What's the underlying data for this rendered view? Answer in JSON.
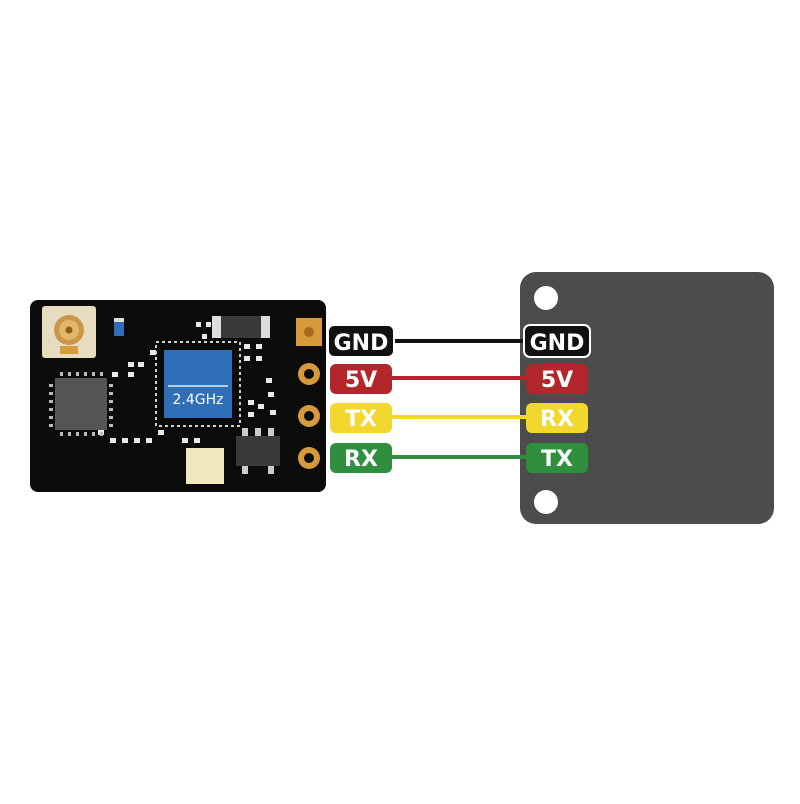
{
  "receiver": {
    "chip_label": "2.4GHz",
    "pads": [
      "GND",
      "5V",
      "TX",
      "RX"
    ]
  },
  "controller": {
    "pads": [
      "GND",
      "5V",
      "RX",
      "TX"
    ]
  },
  "wires": [
    {
      "from": "GND",
      "to": "GND",
      "color": "#111111"
    },
    {
      "from": "5V",
      "to": "5V",
      "color": "#b3262b"
    },
    {
      "from": "TX",
      "to": "RX",
      "color": "#f2d72e"
    },
    {
      "from": "RX",
      "to": "TX",
      "color": "#2f8f3e"
    }
  ],
  "colors": {
    "board": "#0b0b0b",
    "controller_body": "#4c4c4c",
    "pad_gold": "#d79a3a",
    "chip_blue": "#2f6fb8",
    "label_text": "#ffffff"
  }
}
